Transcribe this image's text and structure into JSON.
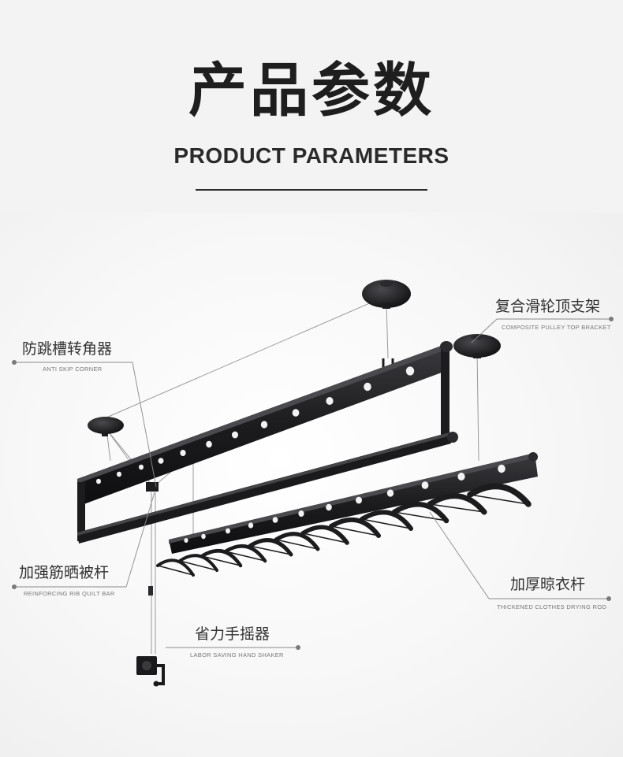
{
  "header": {
    "title_cn": "产品参数",
    "title_en": "PRODUCT PARAMETERS"
  },
  "callouts": {
    "pulley_bracket": {
      "cn": "复合滑轮顶支架",
      "en": "COMPOSITE PULLEY TOP BRACKET"
    },
    "anti_skip": {
      "cn": "防跳槽转角器",
      "en": "ANTI SKIP CORNER"
    },
    "quilt_bar": {
      "cn": "加强筋晒被杆",
      "en": "REINFORCING RIB QUILT BAR"
    },
    "drying_rod": {
      "cn": "加厚晾衣杆",
      "en": "THICKENED CLOTHES DRYING ROD"
    },
    "hand_shaker": {
      "cn": "省力手摇器",
      "en": "LABOR SAVING HAND SHAKER"
    }
  },
  "colors": {
    "metal": "#1c1c1e",
    "metal_highlight": "#3a3a3e",
    "callout_dot": "#7a7a7a",
    "callout_line": "#8a8a8a",
    "text_dark": "#1e1e1e"
  }
}
